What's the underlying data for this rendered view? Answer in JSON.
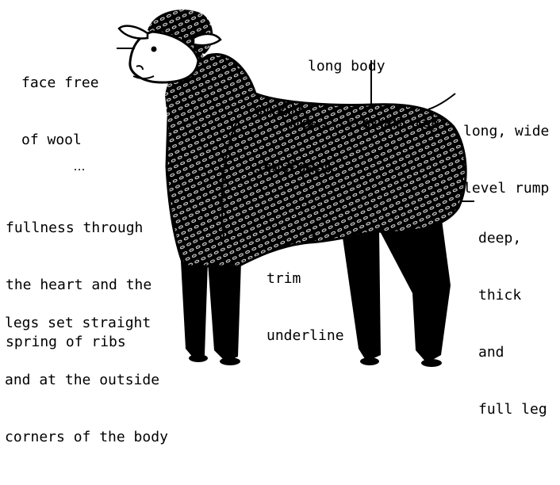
{
  "labels": {
    "face": [
      "face free",
      "of wool"
    ],
    "body": [
      "long body",
      "wide, straight top"
    ],
    "shoulders": [
      "smooth",
      "shoulders"
    ],
    "rump": [
      "long, wide",
      "level rump"
    ],
    "heart": [
      "fullness through",
      "the heart and the",
      "spring of ribs"
    ],
    "leg": [
      "deep,",
      "thick",
      "and",
      "full leg"
    ],
    "underline": [
      "trim",
      "underline"
    ],
    "legs_set": [
      "legs set straight",
      "and at the outside",
      "corners of the body"
    ]
  },
  "colors": {
    "ink": "#000000",
    "paper": "#ffffff",
    "wool_highlight": "#ffffff"
  },
  "icons": {
    "subject": "sheep-illustration"
  }
}
